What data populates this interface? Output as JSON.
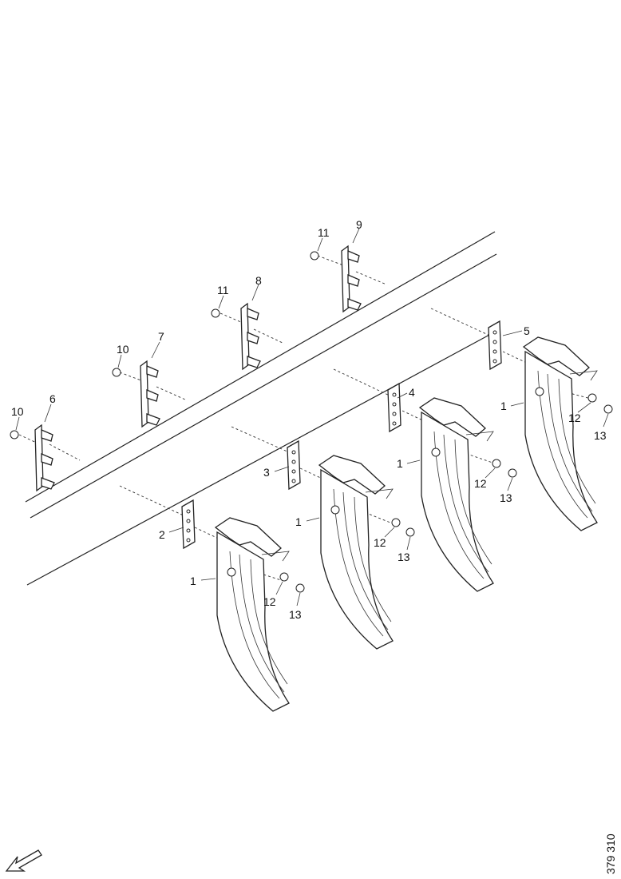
{
  "figure": {
    "figure_id": "379 310"
  },
  "callouts": {
    "tine": "1",
    "plate_2": "2",
    "plate_3": "3",
    "plate_4": "4",
    "plate_5": "5",
    "bracket_6": "6",
    "bracket_7": "7",
    "bracket_8": "8",
    "bracket_9": "9",
    "bolt_10": "10",
    "bolt_11": "11",
    "washer": "12",
    "nut": "13"
  },
  "icons": {
    "direction": "arrow-icon"
  }
}
